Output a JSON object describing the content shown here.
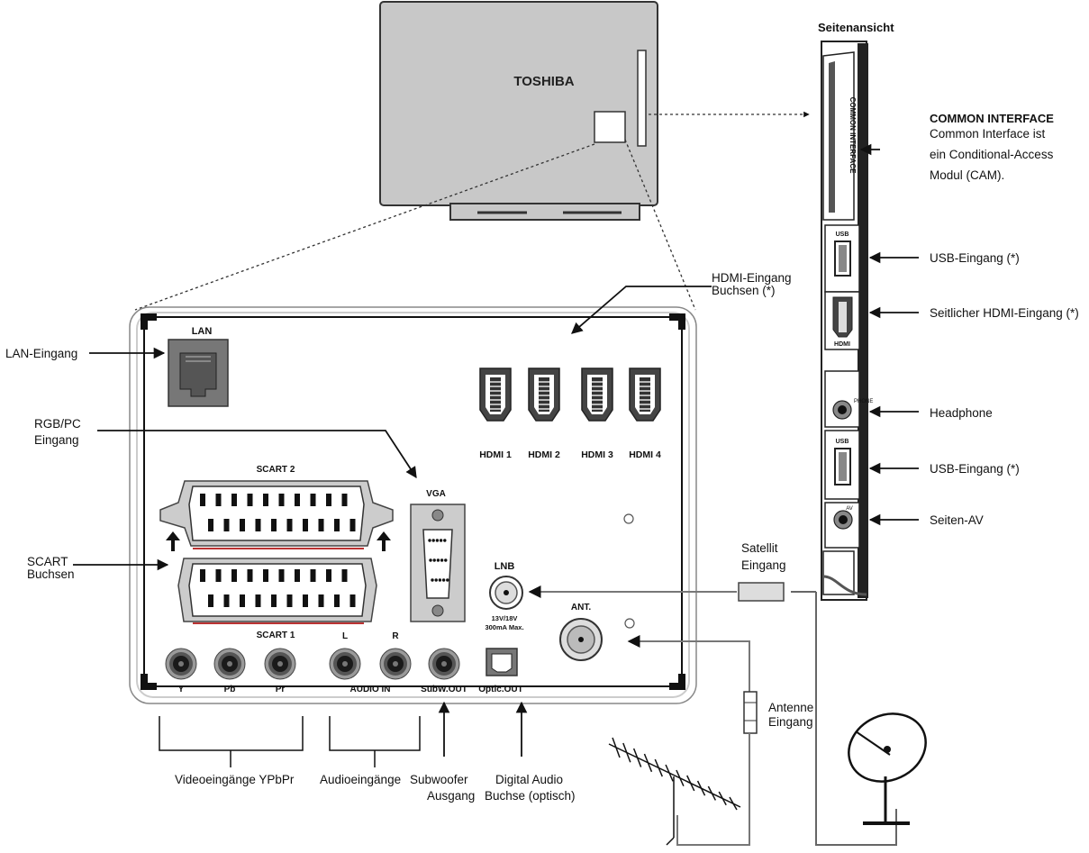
{
  "tv": {
    "brand": "TOSHIBA"
  },
  "side_view": {
    "title": "Seitenansicht",
    "slot_text": "COMMON INTERFACE",
    "port_usb_top": "USB",
    "port_hdmi": "HDMI",
    "port_headphone": "PHONE",
    "port_usb_bottom": "USB",
    "port_av": "AV"
  },
  "rear_panel": {
    "lan": "LAN",
    "hdmi": [
      "HDMI 1",
      "HDMI 2",
      "HDMI 3",
      "HDMI 4"
    ],
    "scart2": "SCART 2",
    "scart1": "SCART 1",
    "vga": "VGA",
    "lnb": "LNB",
    "lnb_spec_1": "13V/18V",
    "lnb_spec_2": "300mA Max.",
    "ant": "ANT.",
    "audio_l": "L",
    "audio_r": "R",
    "y": "Y",
    "pb": "Pb",
    "pr": "Pr",
    "audio_in": "AUDIO IN",
    "subw_out": "SubW.OUT",
    "optic_out": "Optic.OUT"
  },
  "labels": {
    "common_interface_title": "COMMON INTERFACE",
    "common_interface_1": "Common Interface ist",
    "common_interface_2": "ein Conditional-Access",
    "common_interface_3": "Modul (CAM).",
    "usb_1": "USB-Eingang (*)",
    "side_hdmi": "Seitlicher HDMI-Eingang (*)",
    "headphone": "Headphone",
    "usb_2": "USB-Eingang (*)",
    "side_av": "Seiten-AV",
    "hdmi_1": "HDMI-Eingang",
    "hdmi_2": "Buchsen (*)",
    "lan_in": "LAN-Eingang",
    "rgb_1": "RGB/PC",
    "rgb_2": "Eingang",
    "scart_1": "SCART",
    "scart_2": "Buchsen",
    "sat_1": "Satellit",
    "sat_2": "Eingang",
    "ant_1": "Antenne",
    "ant_2": "Eingang",
    "video": "Videoeingänge YPbPr",
    "audio": "Audioeingänge",
    "sub_1": "Subwoofer",
    "sub_2": "Ausgang",
    "digital_1": "Digital Audio",
    "digital_2": "Buchse (optisch)"
  }
}
